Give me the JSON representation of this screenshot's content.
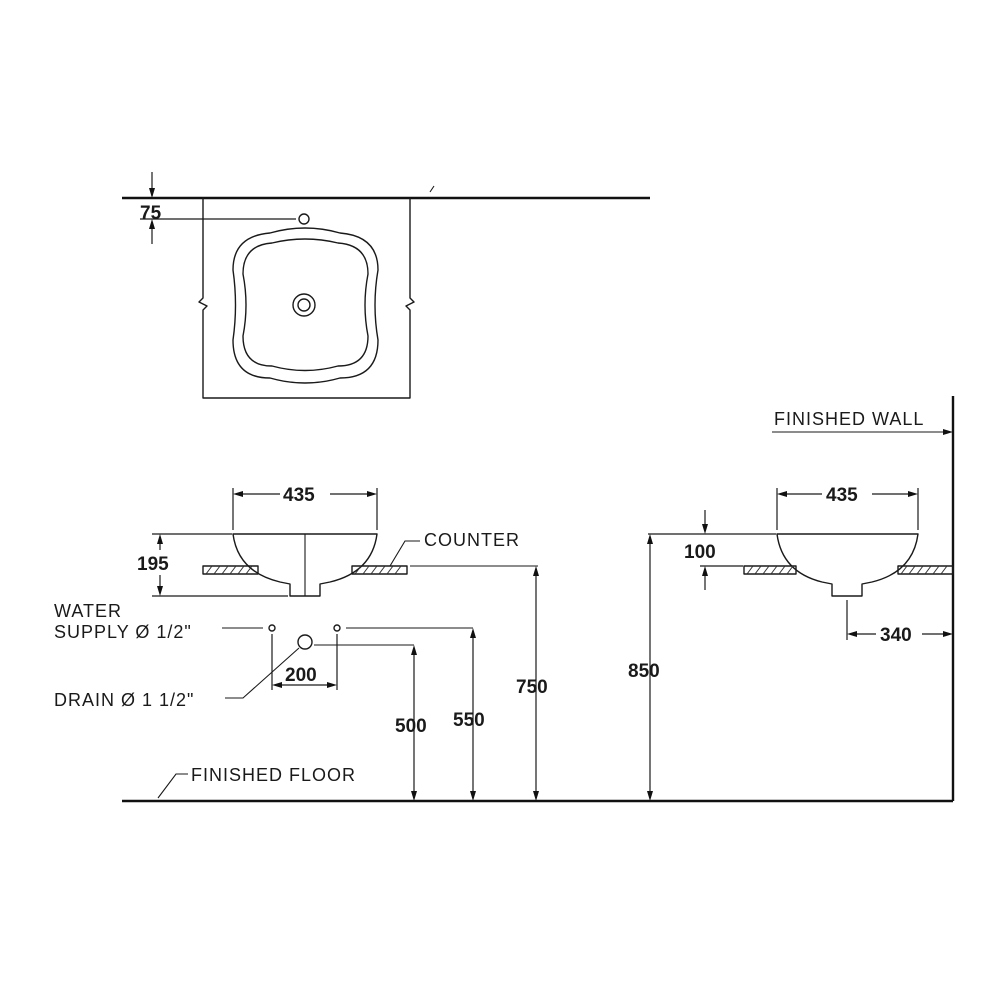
{
  "labels": {
    "finished_wall": "FINISHED  WALL",
    "counter": "COUNTER",
    "water_supply_line1": "WATER",
    "water_supply_line2": "SUPPLY Ø 1/2\"",
    "drain": "DRAIN Ø 1 1/2\"",
    "finished_floor": "FINISHED  FLOOR"
  },
  "dimensions": {
    "top_offset": "75",
    "front_basin_width": "435",
    "front_basin_height": "195",
    "supply_spacing": "200",
    "drain_height": "500",
    "supply_height": "550",
    "counter_height": "750",
    "side_basin_width": "435",
    "side_counter_offset": "100",
    "side_total_height": "850",
    "wall_to_drain": "340"
  }
}
